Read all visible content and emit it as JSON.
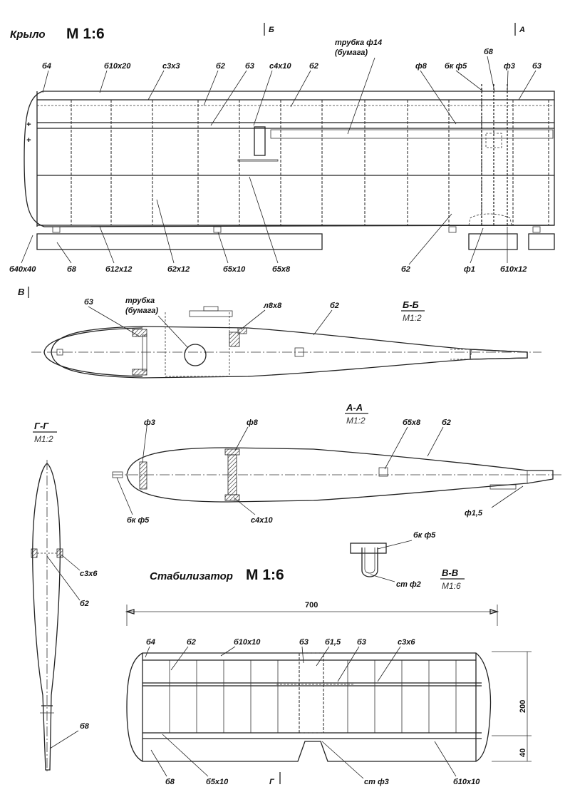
{
  "wing": {
    "title": "Крыло",
    "scale": "М 1:6",
    "cut_b": "Б",
    "cut_a": "А",
    "labels": {
      "b4": "б4",
      "b10x20": "б10х20",
      "c3x3": "с3х3",
      "b2a": "б2",
      "b3a": "б3",
      "c4x10": "с4х10",
      "b2b": "б2",
      "tube": "трубка ф14",
      "tube2": "(бумага)",
      "f8": "ф8",
      "bk5": "бк ф5",
      "b8top": "б8",
      "f3": "ф3",
      "b3b": "б3",
      "b40x40": "б40х40",
      "b8": "б8",
      "b12x12": "б12х12",
      "b2x12": "б2х12",
      "b5x10": "б5х10",
      "b5x8": "б5х8",
      "b2c": "б2",
      "f1": "ф1",
      "b10x12": "б10х12"
    }
  },
  "section_bb": {
    "mark": "В",
    "title": "Б-Б",
    "scale": "М1:2",
    "labels": {
      "b3": "б3",
      "tube": "трубка",
      "tube2": "(бумага)",
      "l8x8": "л8х8",
      "b2": "б2"
    }
  },
  "section_aa": {
    "title": "А-А",
    "scale": "М1:2",
    "labels": {
      "f3": "ф3",
      "f8": "ф8",
      "b5x8": "б5х8",
      "b2": "б2",
      "bk5": "бк ф5",
      "c4x10": "с4х10",
      "f15": "ф1,5"
    }
  },
  "section_gg": {
    "title": "Г-Г",
    "scale": "М1:2",
    "labels": {
      "c3x6": "с3х6",
      "b2": "б2",
      "b8": "б8"
    }
  },
  "section_vv": {
    "title": "В-В",
    "scale": "М1:6",
    "labels": {
      "bk5": "бк ф5",
      "st2": "ст ф2"
    }
  },
  "stabilizer": {
    "title": "Стабилизатор",
    "scale": "М 1:6",
    "dim_span": "700",
    "dim_chord": "200",
    "dim_flap": "40",
    "cut_g": "Г",
    "labels": {
      "b4": "б4",
      "b2": "б2",
      "b10x10": "б10х10",
      "b3a": "б3",
      "b15": "б1,5",
      "b3b": "б3",
      "c3x6": "с3х6",
      "b8": "б8",
      "b5x10": "б5х10",
      "st3": "ст ф3",
      "b10x10b": "б10х10"
    }
  }
}
